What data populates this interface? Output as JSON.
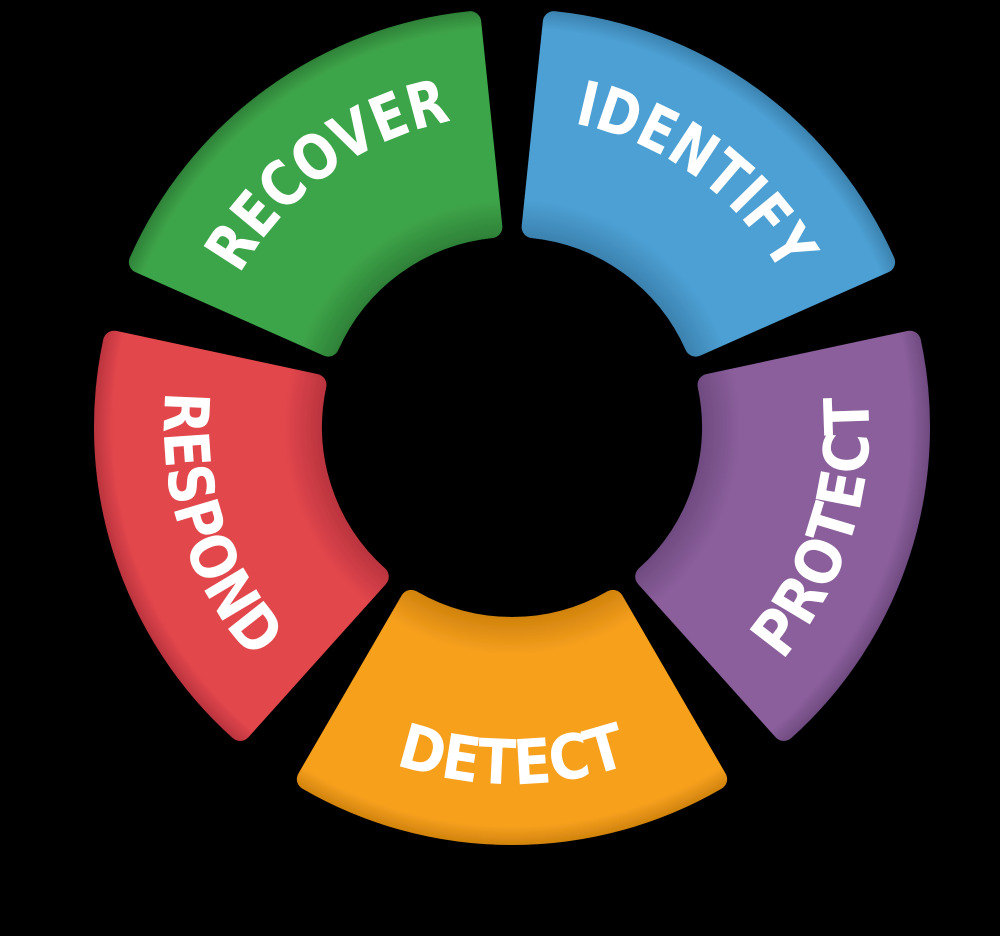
{
  "diagram": {
    "type": "cycle-wheel",
    "background_color": "#000000",
    "label_color": "#FFFFFF",
    "segments": [
      {
        "id": "identify",
        "label": "IDENTIFY",
        "color": "#4DA0D4",
        "edge_color": "#3B82AF",
        "start_deg": 21.2,
        "end_deg": 86.8,
        "text_dir": "cw"
      },
      {
        "id": "protect",
        "label": "PROTECT",
        "color": "#8A5E9B",
        "edge_color": "#6F4B80",
        "start_deg": -50.8,
        "end_deg": 14.8,
        "text_dir": "ccw"
      },
      {
        "id": "detect",
        "label": "DETECT",
        "color": "#F7A01E",
        "edge_color": "#D0830D",
        "start_deg": -122.8,
        "end_deg": -57.2,
        "text_dir": "ccw"
      },
      {
        "id": "respond",
        "label": "RESPOND",
        "color": "#E2464C",
        "edge_color": "#BA343E",
        "start_deg": 165.2,
        "end_deg": 230.8,
        "text_dir": "ccw"
      },
      {
        "id": "recover",
        "label": "RECOVER",
        "color": "#3EA549",
        "edge_color": "#2E8138",
        "start_deg": 93.2,
        "end_deg": 158.8,
        "text_dir": "cw"
      }
    ]
  }
}
